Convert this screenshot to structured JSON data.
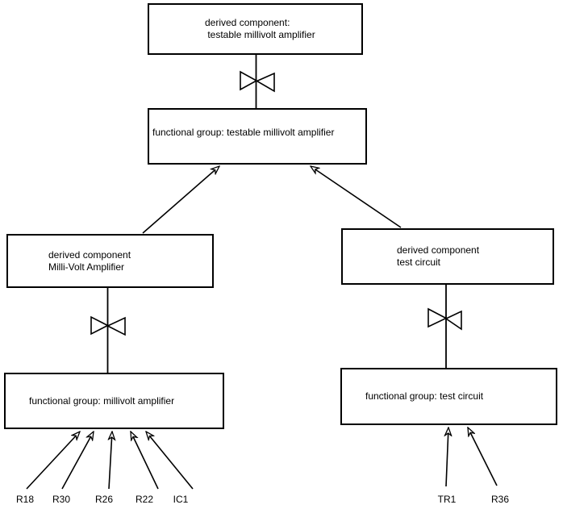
{
  "boxes": {
    "top_derived": {
      "line1": "derived component:",
      "line2": " testable millivolt amplifier"
    },
    "top_functional": {
      "line1": "functional group: testable millivolt amplifier"
    },
    "left_derived": {
      "line1": "derived component",
      "line2": "Milli-Volt Amplifier"
    },
    "right_derived": {
      "line1": "derived component",
      "line2": "test circuit"
    },
    "left_functional": {
      "line1": "functional group: millivolt amplifier"
    },
    "right_functional": {
      "line1": "functional group: test circuit"
    }
  },
  "components_left": [
    "R18",
    "R30",
    "R26",
    "R22",
    "IC1"
  ],
  "components_right": [
    "TR1",
    "R36"
  ],
  "colors": {
    "stroke": "#000000",
    "text": "#000000",
    "background": "#ffffff"
  }
}
